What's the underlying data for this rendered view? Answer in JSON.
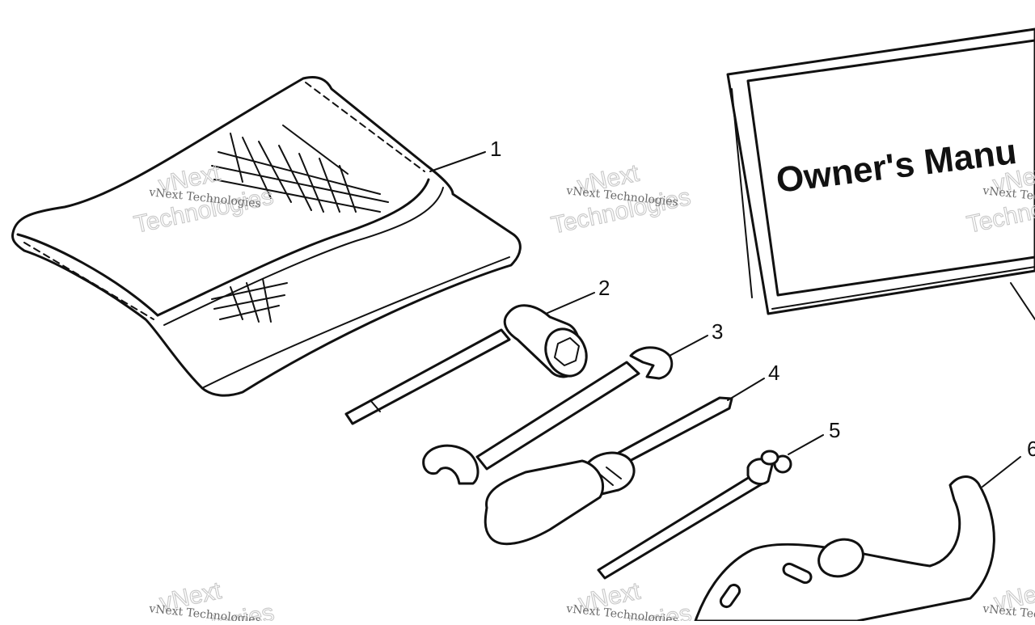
{
  "diagram": {
    "manual_cover_text": "Owner's Manu",
    "callouts": [
      "1",
      "2",
      "3",
      "4",
      "5",
      "6"
    ],
    "parts": [
      {
        "callout": "1",
        "part": "tool-pouch"
      },
      {
        "callout": "2",
        "part": "spark-plug-socket-wrench"
      },
      {
        "callout": "3",
        "part": "open-end-wrench"
      },
      {
        "callout": "4",
        "part": "screwdriver"
      },
      {
        "callout": "5",
        "part": "socket-bit-tool"
      },
      {
        "callout": "6",
        "part": "spanner-wrench"
      }
    ]
  },
  "watermark": {
    "small_text": "vNext Technologies",
    "big_line1": "vNext",
    "big_line2": "Technologies"
  },
  "colors": {
    "ink": "#111111",
    "watermark": "#c8c8c8",
    "background": "#ffffff"
  }
}
